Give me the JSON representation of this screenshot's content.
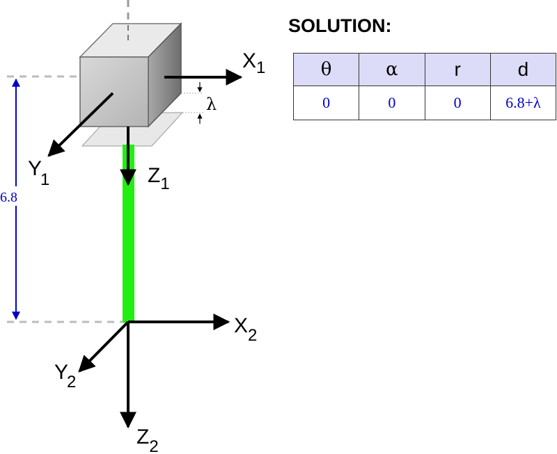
{
  "solution": {
    "title": "SOLUTION:",
    "headers": [
      "θ",
      "α",
      "r",
      "d"
    ],
    "values": [
      "0",
      "0",
      "0",
      "6.8+λ"
    ]
  },
  "frame1": {
    "x": "X",
    "x_sub": "1",
    "y": "Y",
    "y_sub": "1",
    "z": "Z",
    "z_sub": "1"
  },
  "frame2": {
    "x": "X",
    "x_sub": "2",
    "y": "Y",
    "y_sub": "2",
    "z": "Z",
    "z_sub": "2"
  },
  "dimensions": {
    "height": "6.8",
    "gap": "λ"
  },
  "colors": {
    "link": "#22ee11",
    "dimension": "#0000cc",
    "block_front": "#c8c8c8",
    "block_top": "#e8e8e8",
    "block_side": "#8c8c8c",
    "plate": "#e6e6e6"
  }
}
